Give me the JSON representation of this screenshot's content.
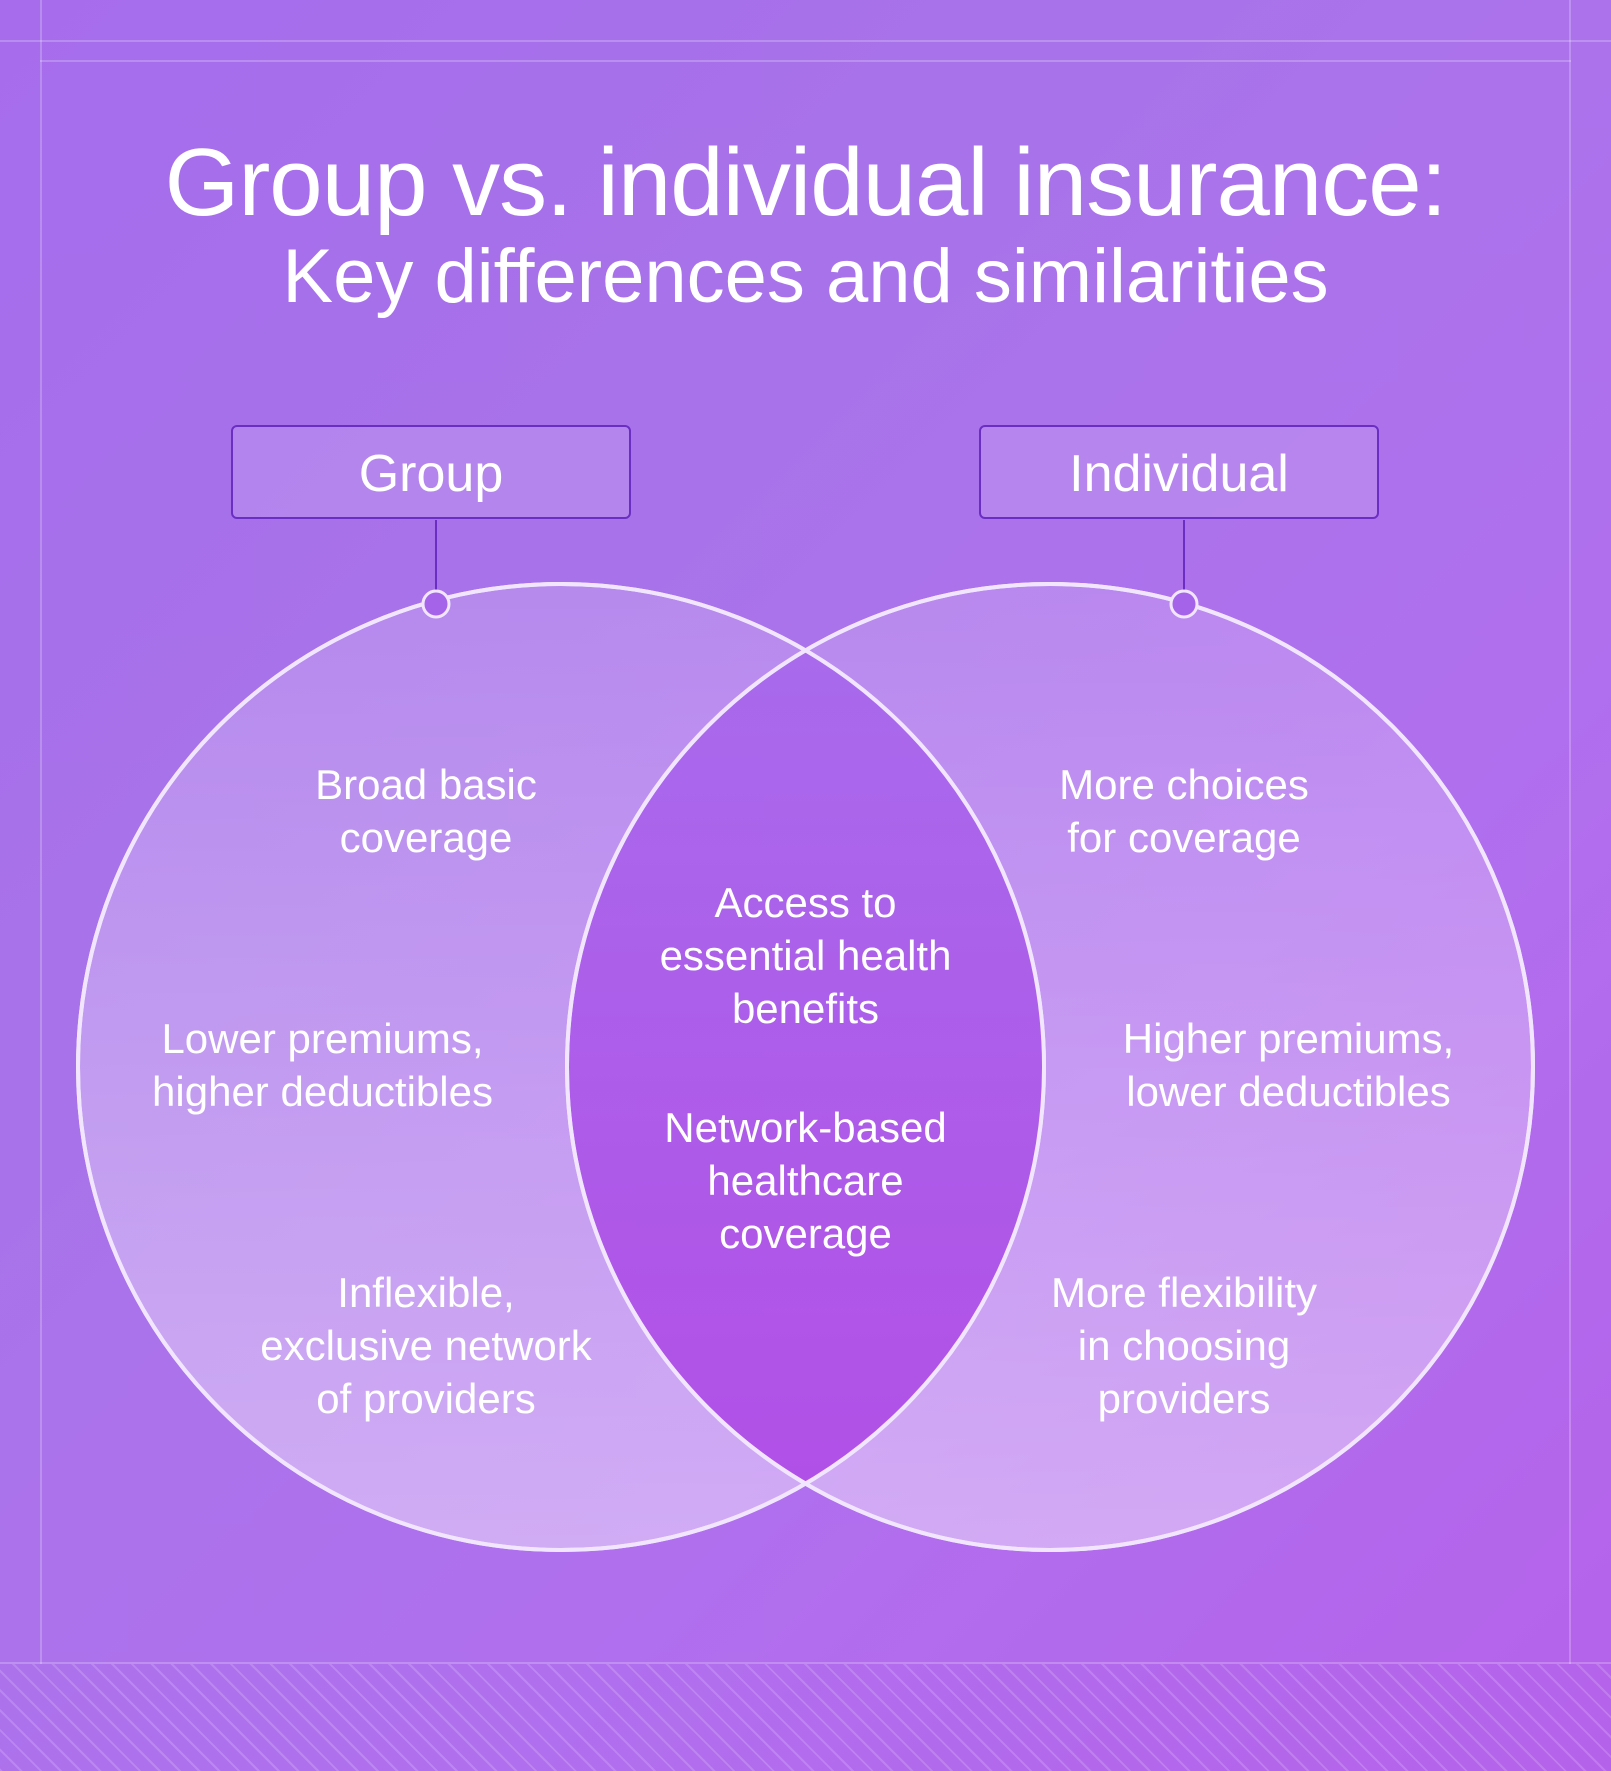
{
  "title": "Group vs. individual insurance:",
  "subtitle": "Key differences and similarities",
  "group": {
    "label": "Group",
    "items": [
      "Broad basic\ncoverage",
      "Lower premiums,\nhigher deductibles",
      "Inflexible,\nexclusive network\nof providers"
    ]
  },
  "individual": {
    "label": "Individual",
    "items": [
      "More choices\nfor coverage",
      "Higher premiums,\nlower deductibles",
      "More flexibility\nin choosing\nproviders"
    ]
  },
  "shared": {
    "items": [
      "Access to\nessential health\nbenefits",
      "Network-based\nhealthcare\ncoverage"
    ]
  },
  "colors": {
    "accent": "#6a2fc2",
    "circle_stroke": "#f2e6ff",
    "text": "#ffffff"
  }
}
